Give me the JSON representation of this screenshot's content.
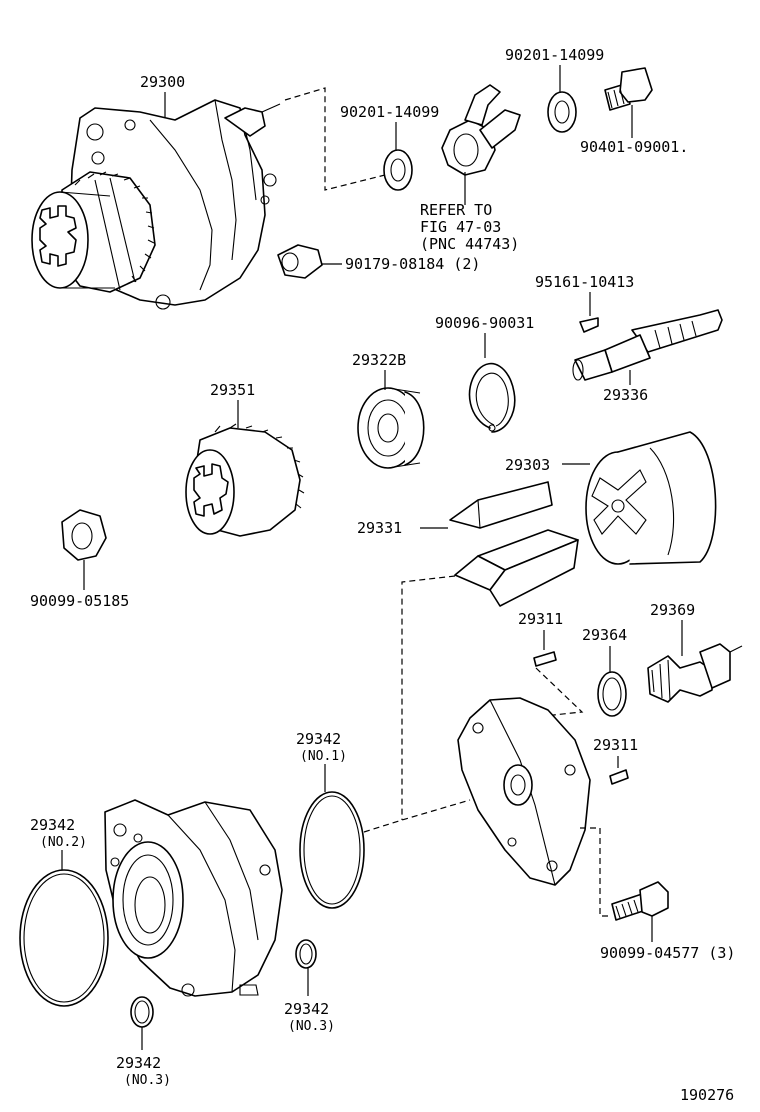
{
  "diagram_number": "190276",
  "labels": {
    "p29300": "29300",
    "p90201_a": "90201-14099",
    "p90201_b": "90201-14099",
    "p90401": "90401-09001.",
    "refer1": "REFER TO",
    "refer2": "FIG 47-03",
    "refer3": "(PNC 44743)",
    "p90179": "90179-08184 (2)",
    "p95161": "95161-10413",
    "p90096": "90096-90031",
    "p29322b": "29322B",
    "p29336": "29336",
    "p29351": "29351",
    "p29303": "29303",
    "p29331": "29331",
    "p90099_05185": "90099-05185",
    "p29311_a": "29311",
    "p29364": "29364",
    "p29369": "29369",
    "p29311_b": "29311",
    "p29342_no1": "29342",
    "p29342_no1_sub": "(NO.1)",
    "p29342_no2": "29342",
    "p29342_no2_sub": "(NO.2)",
    "p29342_no3a": "29342",
    "p29342_no3a_sub": "(NO.3)",
    "p29342_no3b": "29342",
    "p29342_no3b_sub": "(NO.3)",
    "p90099_04577": "90099-04577 (3)"
  }
}
